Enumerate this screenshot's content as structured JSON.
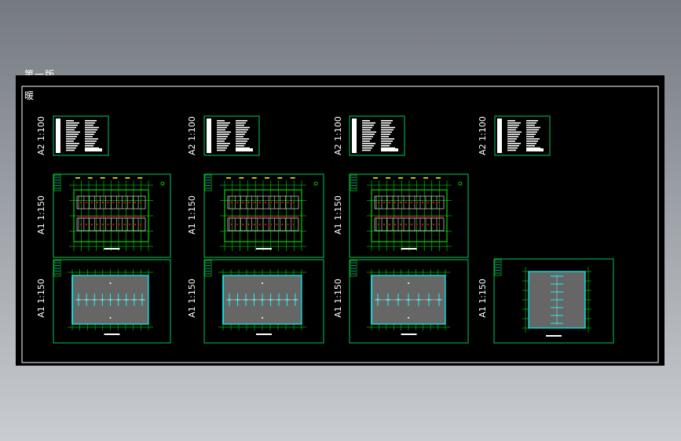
{
  "layout_title": "第一版",
  "section_label": "暖",
  "colors": {
    "canvas": "#000000",
    "sheet_frame": "#00a651",
    "wall": "#00ff00",
    "column": "#00ffff",
    "pipe": "#ff0000",
    "dim": "#ffff00",
    "room": "#666666",
    "text": "#ffffff",
    "frame_white": "#ffffff"
  },
  "sheets": [
    {
      "row": "a2",
      "label": "A2 1:100",
      "type": "notes"
    },
    {
      "row": "a2",
      "label": "A2 1:100",
      "type": "notes"
    },
    {
      "row": "a2",
      "label": "A2 1:100",
      "type": "notes"
    },
    {
      "row": "a2",
      "label": "A2 1:100",
      "type": "notes"
    },
    {
      "row": "a1a",
      "label": "A1 1:150",
      "type": "plan-heating",
      "variant": "wide"
    },
    {
      "row": "a1a",
      "label": "A1 1:150",
      "type": "plan-heating",
      "variant": "wide"
    },
    {
      "row": "a1a",
      "label": "A1 1:150",
      "type": "plan-heating",
      "variant": "narrow"
    },
    {
      "row": "a1b",
      "label": "A1 1:150",
      "type": "plan-roof",
      "variant": "wide"
    },
    {
      "row": "a1b",
      "label": "A1 1:150",
      "type": "plan-roof",
      "variant": "wide"
    },
    {
      "row": "a1b",
      "label": "A1 1:150",
      "type": "plan-roof",
      "variant": "narrow"
    },
    {
      "row": "a1b",
      "label": "A1 1:150",
      "type": "plan-roof-vertical",
      "variant": "portrait"
    }
  ]
}
